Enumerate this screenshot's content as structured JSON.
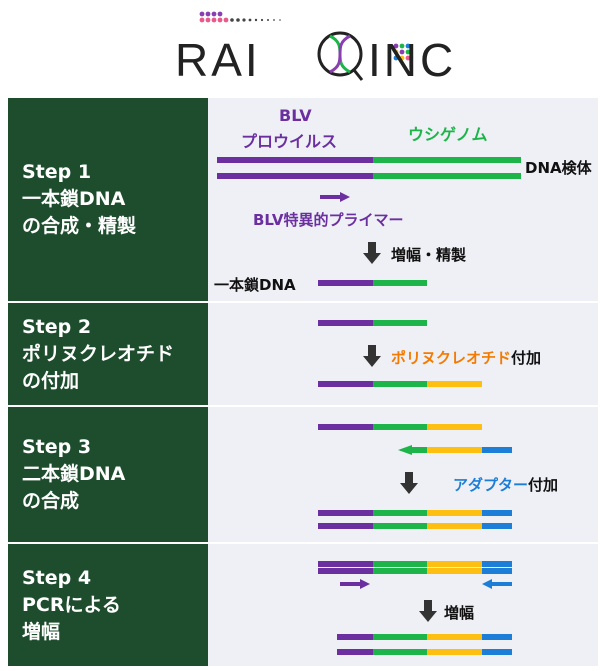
{
  "logo": {
    "text": "RAIQINC"
  },
  "steps": [
    {
      "title": "Step 1",
      "line2": "一本鎖DNA",
      "line3": "の合成・精製"
    },
    {
      "title": "Step 2",
      "line2": "ポリヌクレオチド",
      "line3": "の付加"
    },
    {
      "title": "Step 3",
      "line2": "二本鎖DNA",
      "line3": "の合成"
    },
    {
      "title": "Step 4",
      "line2": "PCRによる",
      "line3": "増幅"
    }
  ],
  "step1": {
    "blv_label_1": "BLV",
    "blv_label_2": "プロウイルス",
    "genome_label": "ウシゲノム",
    "dna_sample_label": "DNA検体",
    "primer_label": "BLV特異的プライマー",
    "process_label": "増幅・精製",
    "ssdna_label": "一本鎖DNA"
  },
  "step2": {
    "process_highlight": "ポリヌクレオチド",
    "process_suffix": "付加"
  },
  "step3": {
    "process_highlight": "アダプター",
    "process_suffix": "付加"
  },
  "step4": {
    "process_label": "増幅"
  },
  "colors": {
    "step_bg": "#1e4d2e",
    "panel_bg": "#eef0f5",
    "blv": "#6b2fa0",
    "genome": "#1db44a",
    "polynucleotide": "#fdbf11",
    "adapter": "#1c7ed6",
    "orange_text": "#f57a00"
  }
}
